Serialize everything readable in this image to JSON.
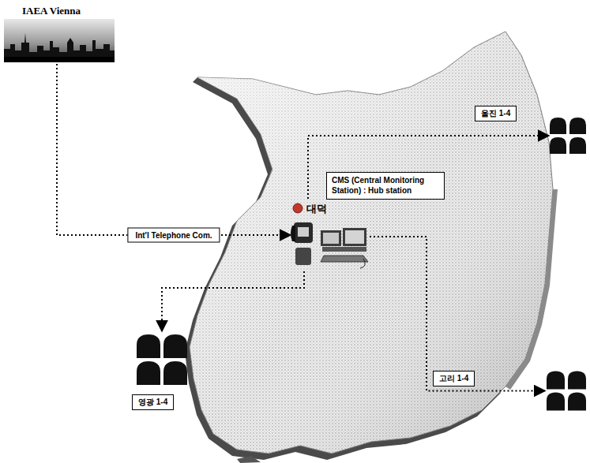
{
  "diagram": {
    "nodes": [
      {
        "text": [
          "IAEA Vienna"
        ]
      },
      {
        "text": [
          "CMS (Central Monitoring Station) : Hub station"
        ]
      },
      {
        "text": [
          "대덕"
        ]
      },
      {
        "text": [
          "울진 1-4"
        ]
      },
      {
        "text": [
          "영광 1-4"
        ]
      },
      {
        "text": [
          "고리 1-4"
        ]
      }
    ],
    "edges": [
      {
        "from": 0,
        "to": 2,
        "arrow": "to",
        "label": "Int'l Telephone Com."
      },
      {
        "from": 2,
        "to": 3,
        "arrow": "to"
      },
      {
        "from": 2,
        "to": 4,
        "arrow": "to"
      },
      {
        "from": 2,
        "to": 5,
        "arrow": "to"
      }
    ]
  }
}
